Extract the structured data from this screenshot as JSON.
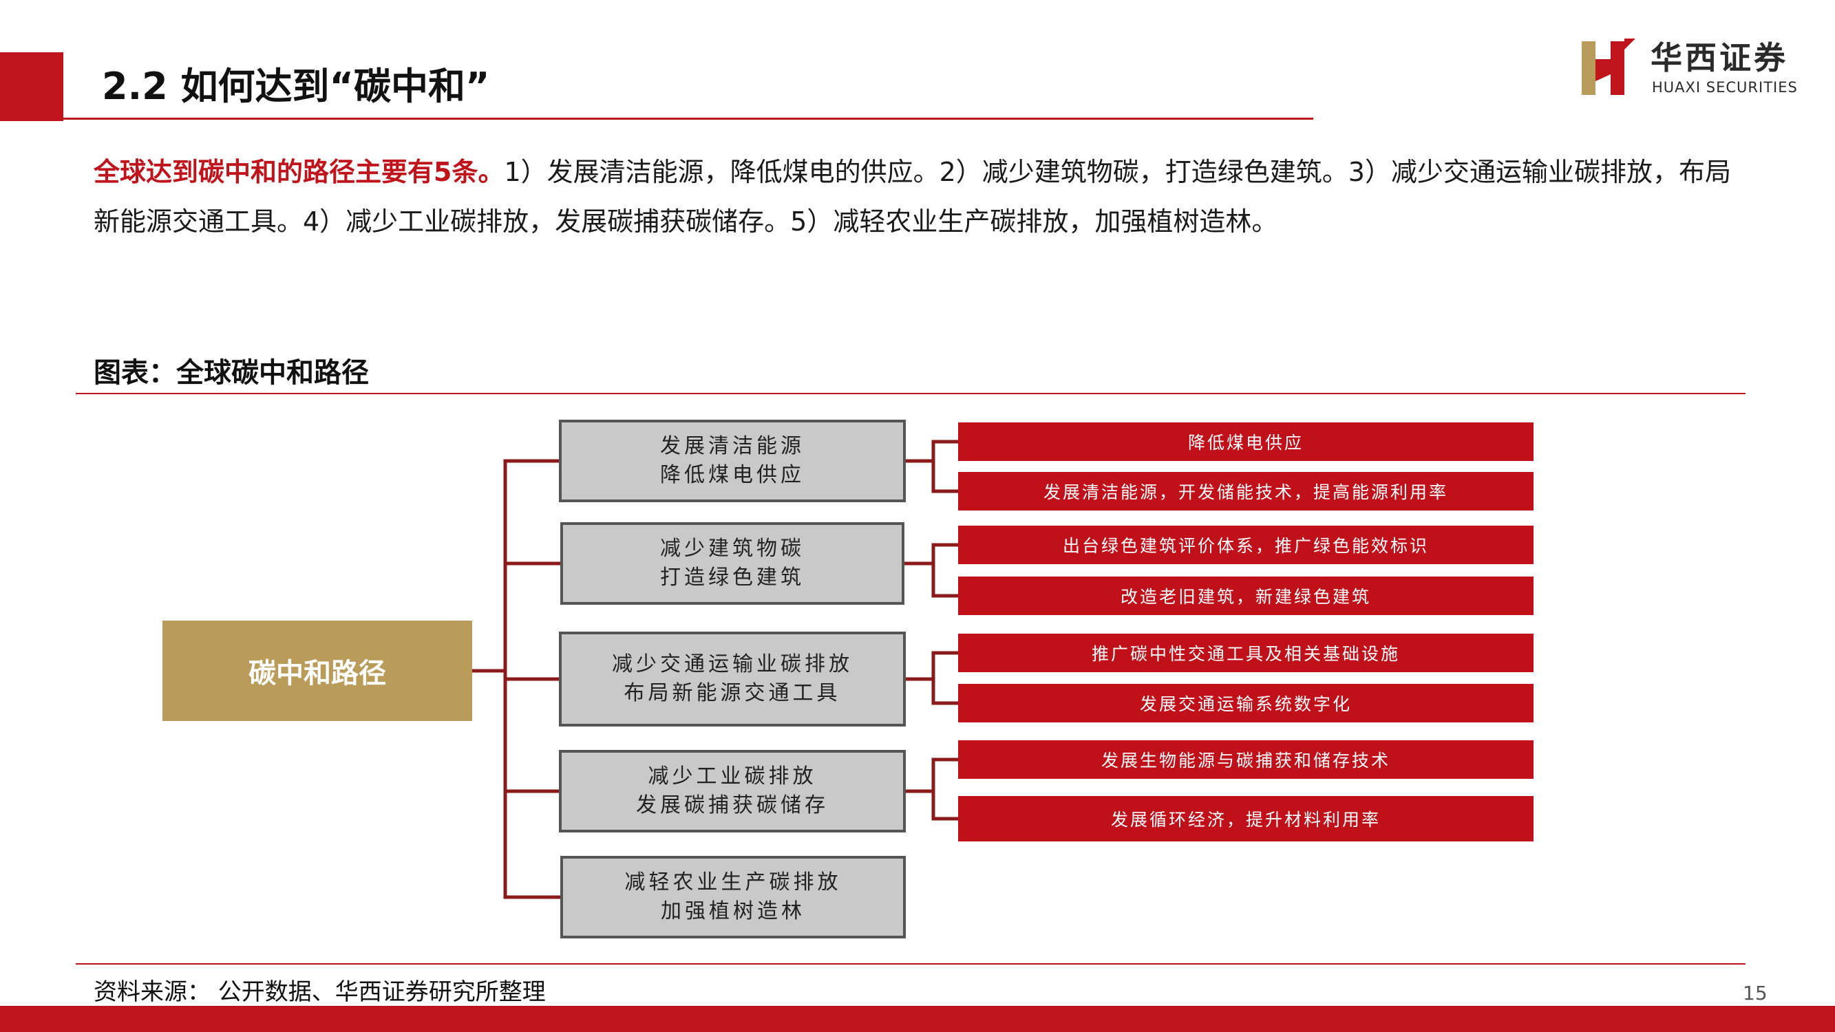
{
  "header": {
    "title": "2.2 如何达到“碳中和”",
    "accent_color": "#c0141c"
  },
  "logo": {
    "name_cn": "华西证券",
    "name_en": "HUAXI SECURITIES",
    "mark_icon": "huaxi-h-logo-icon"
  },
  "intro": {
    "highlight": "全球达到碳中和的路径主要有5条。",
    "body": "1）发展清洁能源，降低煤电的供应。2）减少建筑物碳，打造绿色建筑。3）减少交通运输业碳排放，布局新能源交通工具。4）减少工业碳排放，发展碳捕获碳储存。5）减轻农业生产碳排放，加强植树造林。"
  },
  "figure": {
    "label": "图表：全球碳中和路径"
  },
  "diagram": {
    "root": "碳中和路径",
    "colors": {
      "root": "#b99b5a",
      "branch": "#c9c9c9",
      "leaf": "#c0111a",
      "line": "#8b1a1a"
    },
    "branches": [
      {
        "lines": [
          "发展清洁能源",
          "降低煤电供应"
        ],
        "leaves": [
          "降低煤电供应",
          "发展清洁能源，开发储能技术，提高能源利用率"
        ]
      },
      {
        "lines": [
          "减少建筑物碳",
          "打造绿色建筑"
        ],
        "leaves": [
          "出台绿色建筑评价体系，推广绿色能效标识",
          "改造老旧建筑，新建绿色建筑"
        ]
      },
      {
        "lines": [
          "减少交通运输业碳排放",
          "布局新能源交通工具"
        ],
        "leaves": [
          "推广碳中性交通工具及相关基础设施",
          "发展交通运输系统数字化"
        ]
      },
      {
        "lines": [
          "减少工业碳排放",
          "发展碳捕获碳储存"
        ],
        "leaves": [
          "发展生物能源与碳捕获和储存技术",
          "发展循环经济，提升材料利用率"
        ]
      },
      {
        "lines": [
          "减轻农业生产碳排放",
          "加强植树造林"
        ],
        "leaves": []
      }
    ]
  },
  "footer": {
    "source": "资料来源： 公开数据、华西证券研究所整理",
    "page": "15"
  }
}
